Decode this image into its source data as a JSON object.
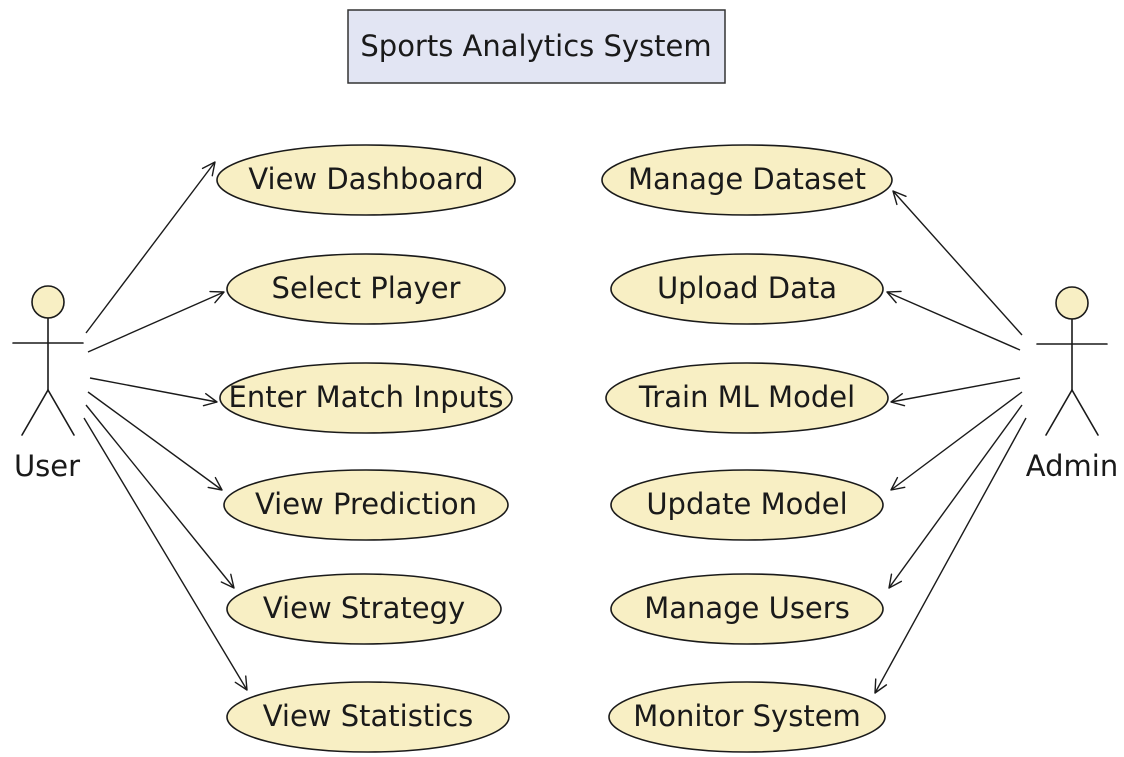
{
  "title": "Sports Analytics System",
  "colors": {
    "use_case_fill": "#f8efc4",
    "title_fill": "#e2e5f3",
    "stroke": "#1a1a1a"
  },
  "actors": {
    "user": {
      "label": "User"
    },
    "admin": {
      "label": "Admin"
    }
  },
  "user_use_cases": [
    {
      "label": "View Dashboard"
    },
    {
      "label": "Select Player"
    },
    {
      "label": "Enter Match Inputs"
    },
    {
      "label": "View Prediction"
    },
    {
      "label": "View Strategy"
    },
    {
      "label": "View Statistics"
    }
  ],
  "admin_use_cases": [
    {
      "label": "Manage Dataset"
    },
    {
      "label": "Upload Data"
    },
    {
      "label": "Train ML Model"
    },
    {
      "label": "Update Model"
    },
    {
      "label": "Manage Users"
    },
    {
      "label": "Monitor System"
    }
  ]
}
